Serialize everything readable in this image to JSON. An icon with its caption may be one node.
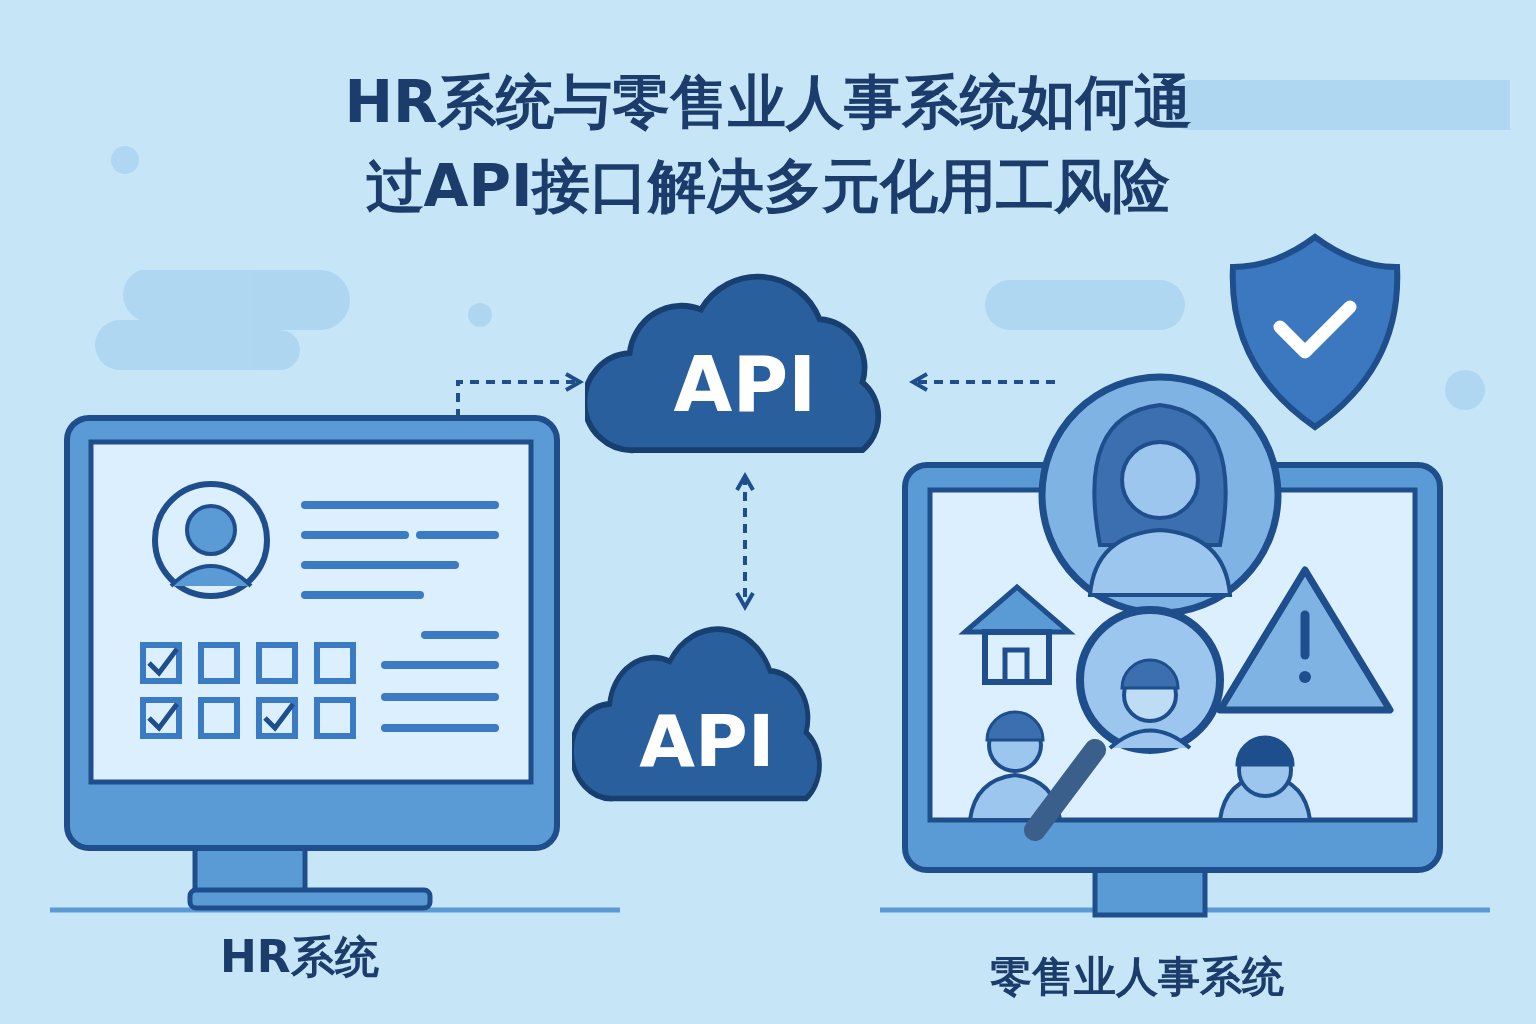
{
  "diagram": {
    "title": "HR系统与零售业人事系统如何通过API接口解决多元化用工风险",
    "nodes": [
      {
        "text": [
          "HR系统"
        ]
      },
      {
        "text": [
          "API"
        ]
      },
      {
        "text": [
          "API"
        ]
      },
      {
        "text": [
          "零售业人事系统"
        ]
      }
    ],
    "edges": [
      {
        "from": 0,
        "to": 1,
        "arrow": "to",
        "style": "dashed"
      },
      {
        "from": 3,
        "to": 1,
        "arrow": "to",
        "style": "dashed"
      },
      {
        "from": 1,
        "to": 2,
        "arrow": "both",
        "style": "dashed"
      }
    ]
  }
}
